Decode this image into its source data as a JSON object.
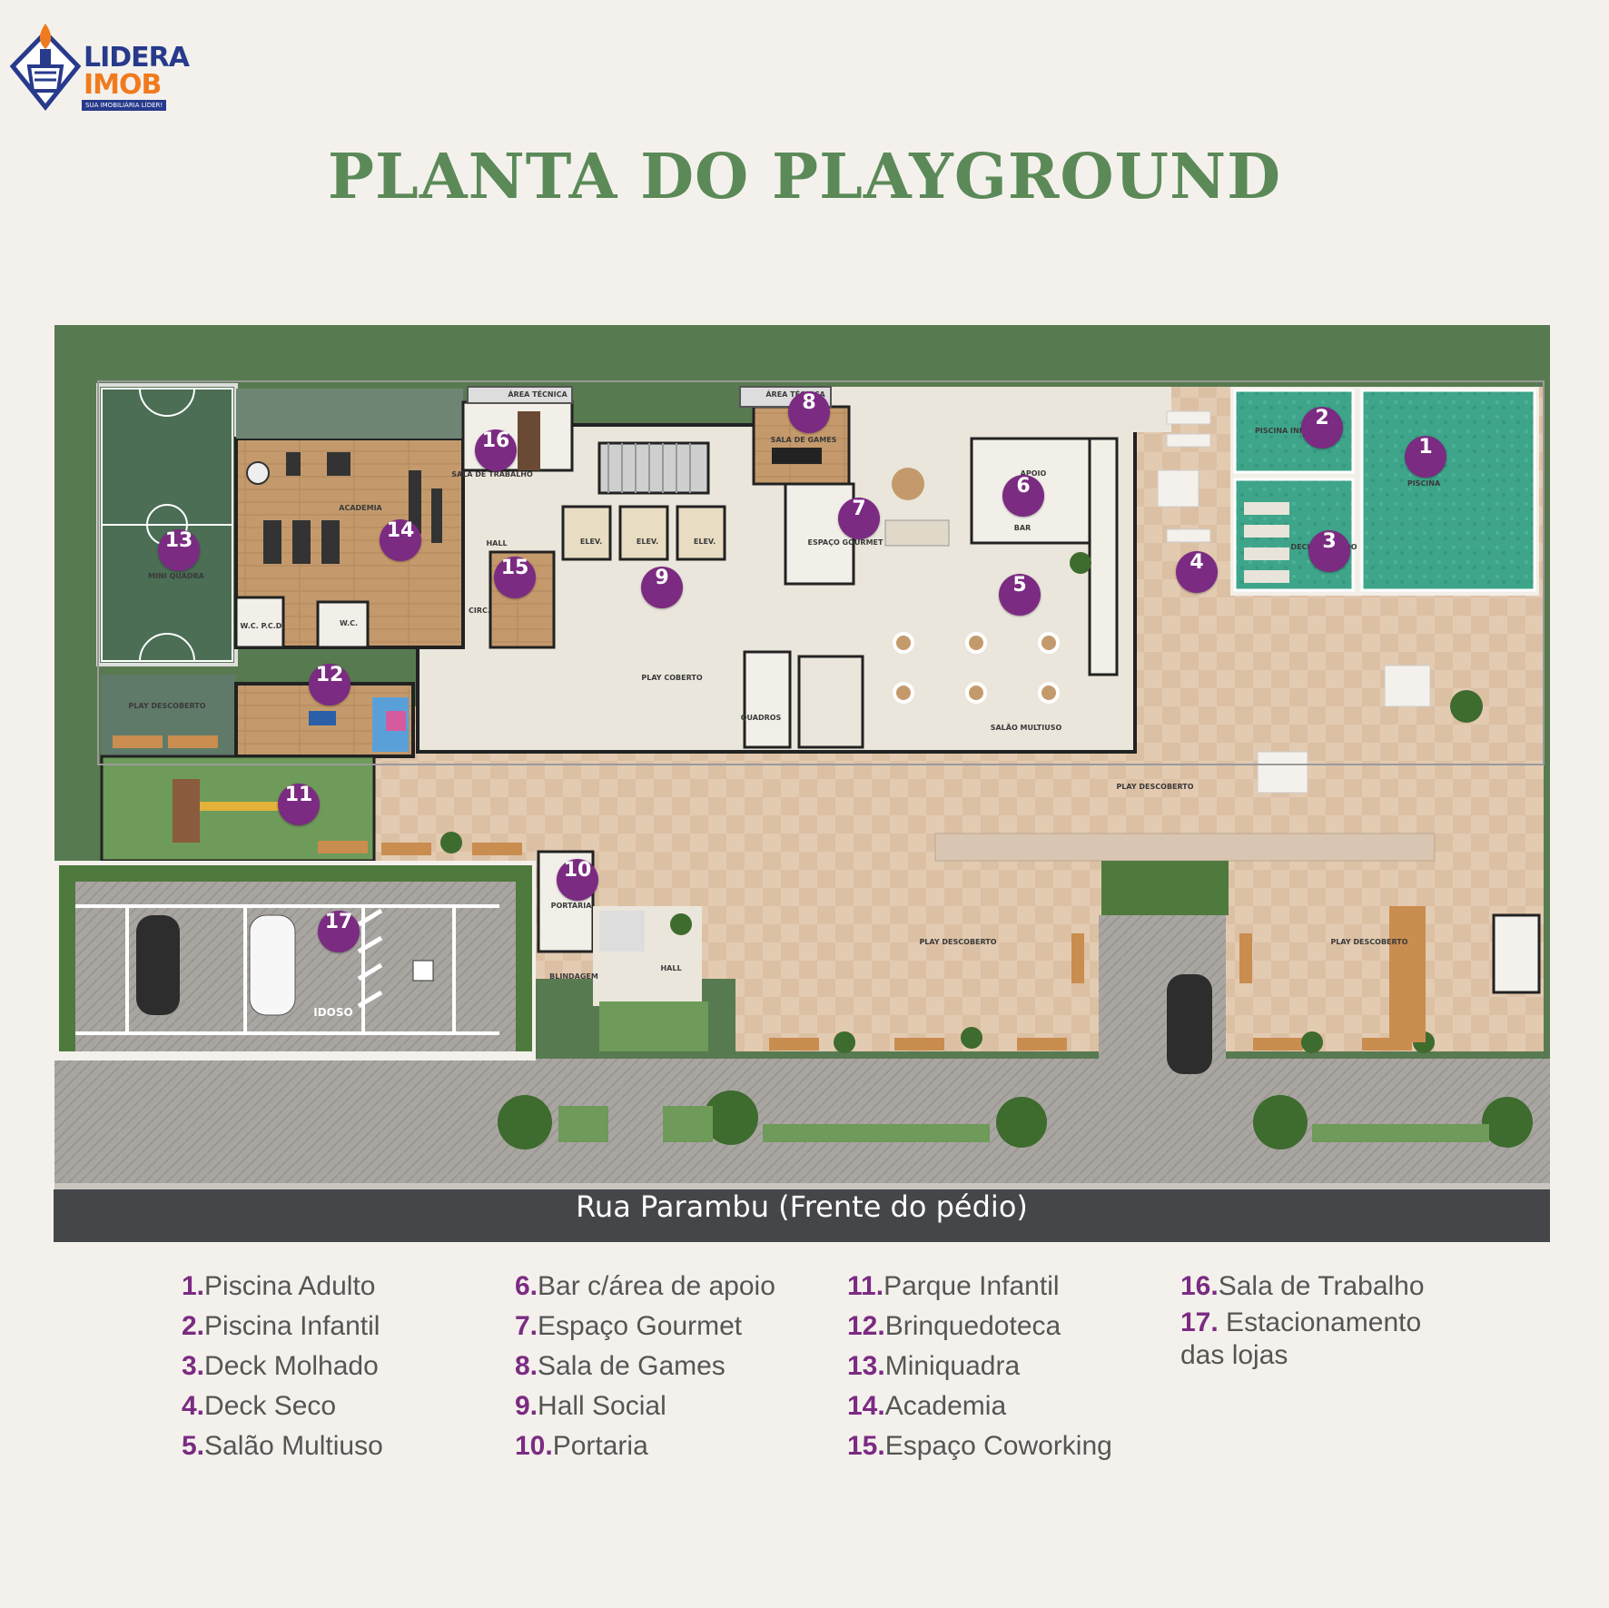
{
  "brand": {
    "line1": "LIDERA",
    "line2": "IMOB",
    "tagline": "SUA IMOBILIÁRIA LÍDER!"
  },
  "title": "PLANTA DO PLAYGROUND",
  "street": "Rua Parambu (Frente do pédio)",
  "colors": {
    "accent": "#7b2b82",
    "title": "#5b8a58",
    "lawn": "#587a50",
    "pool": "#3ea58a",
    "street_bar": "#45464a"
  },
  "pins": [
    "1",
    "2",
    "3",
    "4",
    "5",
    "6",
    "7",
    "8",
    "9",
    "10",
    "11",
    "12",
    "13",
    "14",
    "15",
    "16",
    "17"
  ],
  "plan_labels": {
    "area_tecnica_1": "ÁREA TÉCNICA",
    "area_tecnica_2": "ÁREA TÉCNICA",
    "academia": "ACADEMIA",
    "mini_quadra": "MINI QUADRA",
    "play_coberto": "PLAY COBERTO",
    "play_descoberto_left": "PLAY DESCOBERTO",
    "play_descoberto_right": "PLAY DESCOBERTO",
    "play_descoberto_bottom1": "PLAY DESCOBERTO",
    "play_descoberto_bottom2": "PLAY DESCOBERTO",
    "salao_multiuso": "SALÃO MULTIUSO",
    "hall": "HALL",
    "hall_entrada": "HALL",
    "circ": "CIRC.",
    "elev1": "ELEV.",
    "elev2": "ELEV.",
    "elev3": "ELEV.",
    "wc_pcd": "W.C. P.C.D.",
    "wc": "W.C.",
    "apoio": "APOIO",
    "bar": "BAR",
    "espaco_gourmet": "ESPAÇO GOURMET",
    "sala_games": "SALA DE GAMES",
    "sala_trabalho": "SALA DE TRABALHO",
    "quadros": "QUADROS",
    "portaria": "PORTARIA",
    "blindagem": "BLINDAGEM",
    "piscina": "PISCINA",
    "piscina_inf": "PISCINA INF.",
    "deck_molhado": "DECK MOLHADO",
    "idoso": "IDOSO"
  },
  "legend": [
    [
      {
        "num": "1.",
        "text": "Piscina Adulto"
      },
      {
        "num": "2.",
        "text": "Piscina Infantil"
      },
      {
        "num": "3.",
        "text": "Deck Molhado"
      },
      {
        "num": "4.",
        "text": "Deck Seco"
      },
      {
        "num": "5.",
        "text": "Salão Multiuso"
      }
    ],
    [
      {
        "num": "6.",
        "text": "Bar c/área de apoio"
      },
      {
        "num": "7.",
        "text": "Espaço Gourmet"
      },
      {
        "num": "8.",
        "text": "Sala de Games"
      },
      {
        "num": "9.",
        "text": "Hall Social"
      },
      {
        "num": "10.",
        "text": "Portaria"
      }
    ],
    [
      {
        "num": "11.",
        "text": "Parque Infantil"
      },
      {
        "num": "12.",
        "text": "Brinquedoteca"
      },
      {
        "num": "13.",
        "text": "Miniquadra"
      },
      {
        "num": "14.",
        "text": "Academia"
      },
      {
        "num": "15.",
        "text": "Espaço Coworking"
      }
    ],
    [
      {
        "num": "16.",
        "text": "Sala de Trabalho"
      },
      {
        "num": "17.",
        "text": " Estacionamento"
      },
      {
        "num": "",
        "text": "das lojas"
      }
    ]
  ]
}
